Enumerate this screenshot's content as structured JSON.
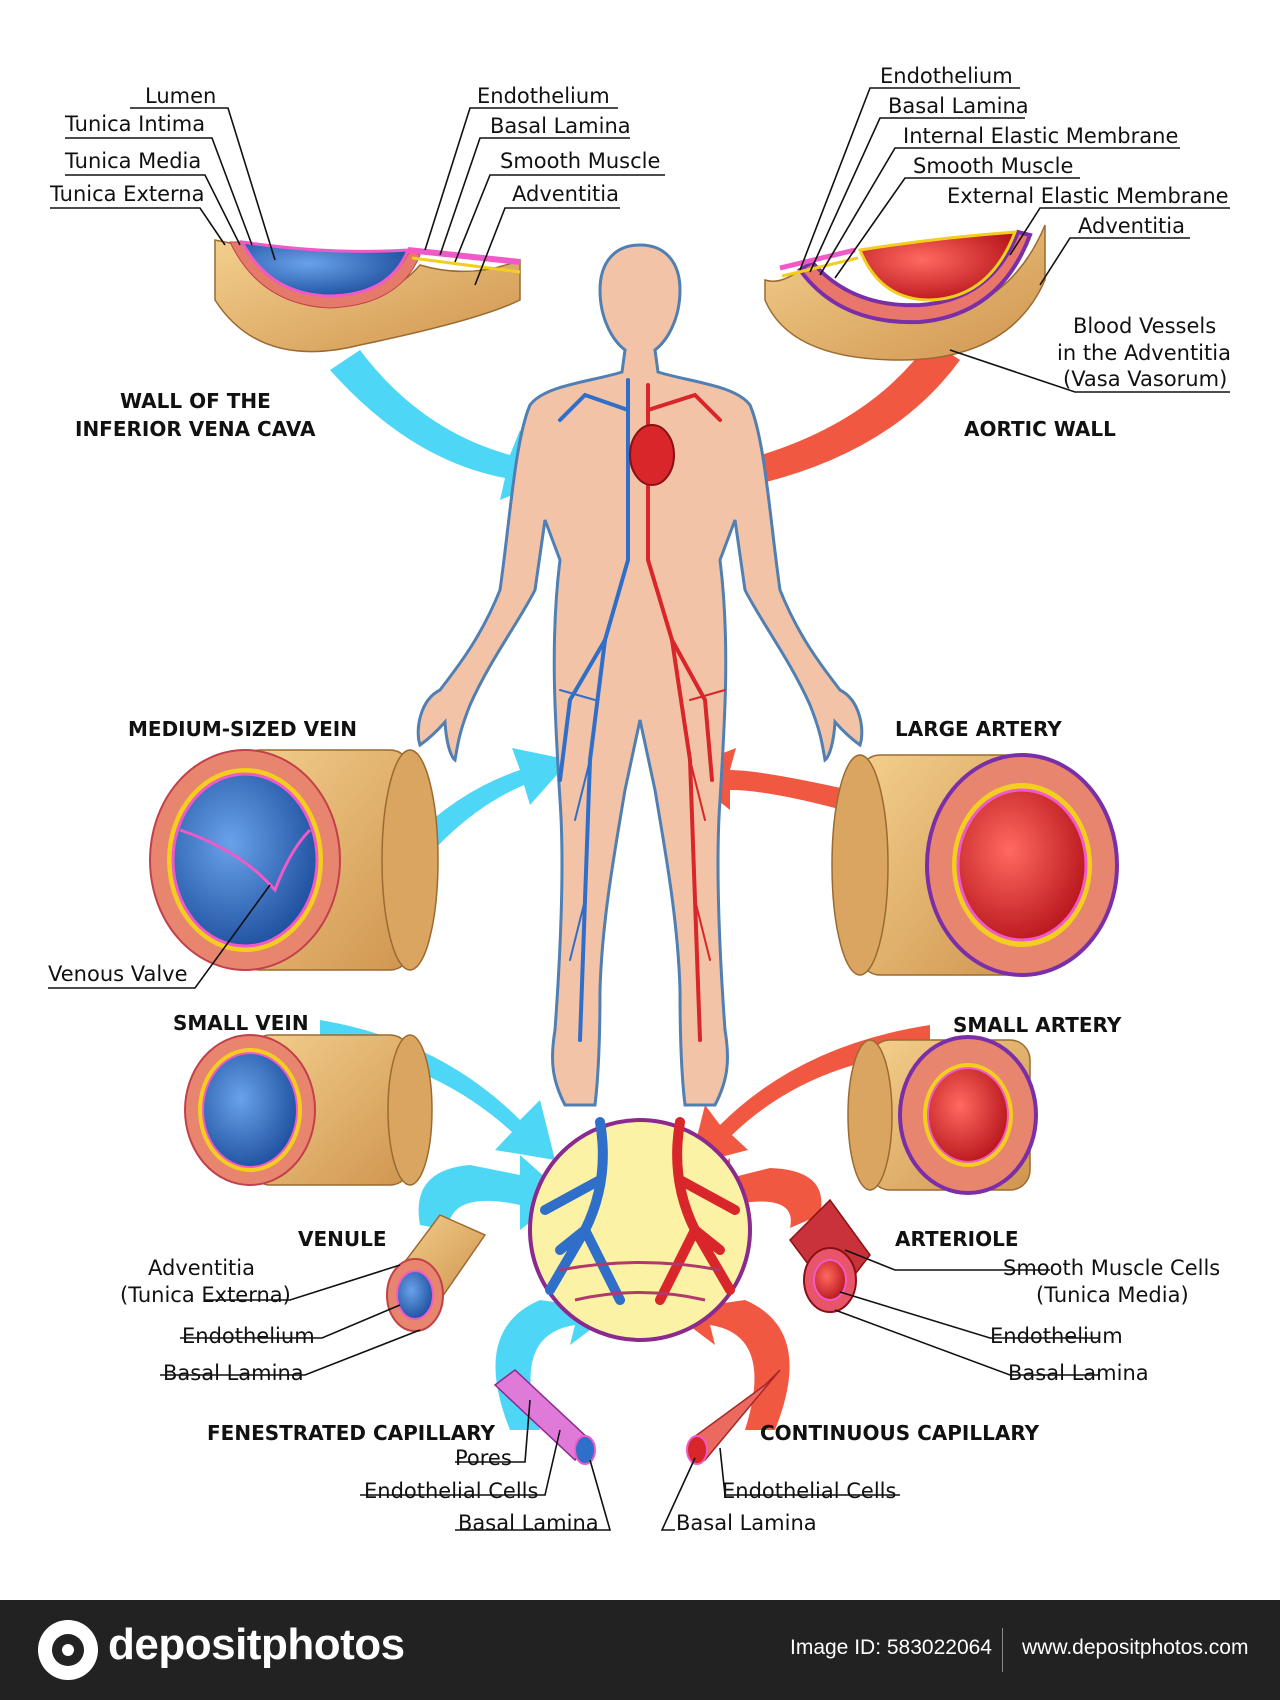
{
  "titles": {
    "ivc": [
      "WALL OF THE",
      "INFERIOR VENA CAVA"
    ],
    "aortic": "AORTIC WALL",
    "medium_vein": "MEDIUM-SIZED VEIN",
    "large_artery": "LARGE ARTERY",
    "small_vein": "SMALL VEIN",
    "small_artery": "SMALL ARTERY",
    "venule": "VENULE",
    "arteriole": "ARTERIOLE",
    "fenestrated": "FENESTRATED CAPILLARY",
    "continuous": "CONTINUOUS CAPILLARY"
  },
  "labels": {
    "ivc_left": [
      "Lumen",
      "Tunica Intima",
      "Tunica Media",
      "Tunica Externa"
    ],
    "ivc_right": [
      "Endothelium",
      "Basal Lamina",
      "Smooth Muscle",
      "Adventitia"
    ],
    "aortic": [
      "Endothelium",
      "Basal Lamina",
      "Internal Elastic Membrane",
      "Smooth Muscle",
      "External Elastic Membrane",
      "Adventitia"
    ],
    "vasa": [
      "Blood Vessels",
      "in the Adventitia",
      "(Vasa Vasorum)"
    ],
    "venous_valve": "Venous Valve",
    "venule": [
      "Adventitia",
      "(Tunica Externa)",
      "Endothelium",
      "Basal Lamina"
    ],
    "arteriole": [
      "Smooth Muscle Cells",
      "(Tunica Media)",
      "Endothelium",
      "Basal Lamina"
    ],
    "fenestrated": [
      "Pores",
      "Endothelial Cells",
      "Basal Lamina"
    ],
    "continuous": [
      "Endothelial Cells",
      "Basal Lamina"
    ]
  },
  "colors": {
    "vein": "#2f6fc9",
    "artery": "#d8262a",
    "vein_arrow": "#3fd3f5",
    "artery_arrow": "#f04a32",
    "adventitia": "#e3b36a",
    "skin": "#f2c3a6",
    "endothelium": "#f05ac8",
    "elastic": "#f2cf1e"
  },
  "footer": {
    "brand": "depositphotos",
    "image_id": "Image ID: 583022064",
    "site": "www.depositphotos.com"
  }
}
